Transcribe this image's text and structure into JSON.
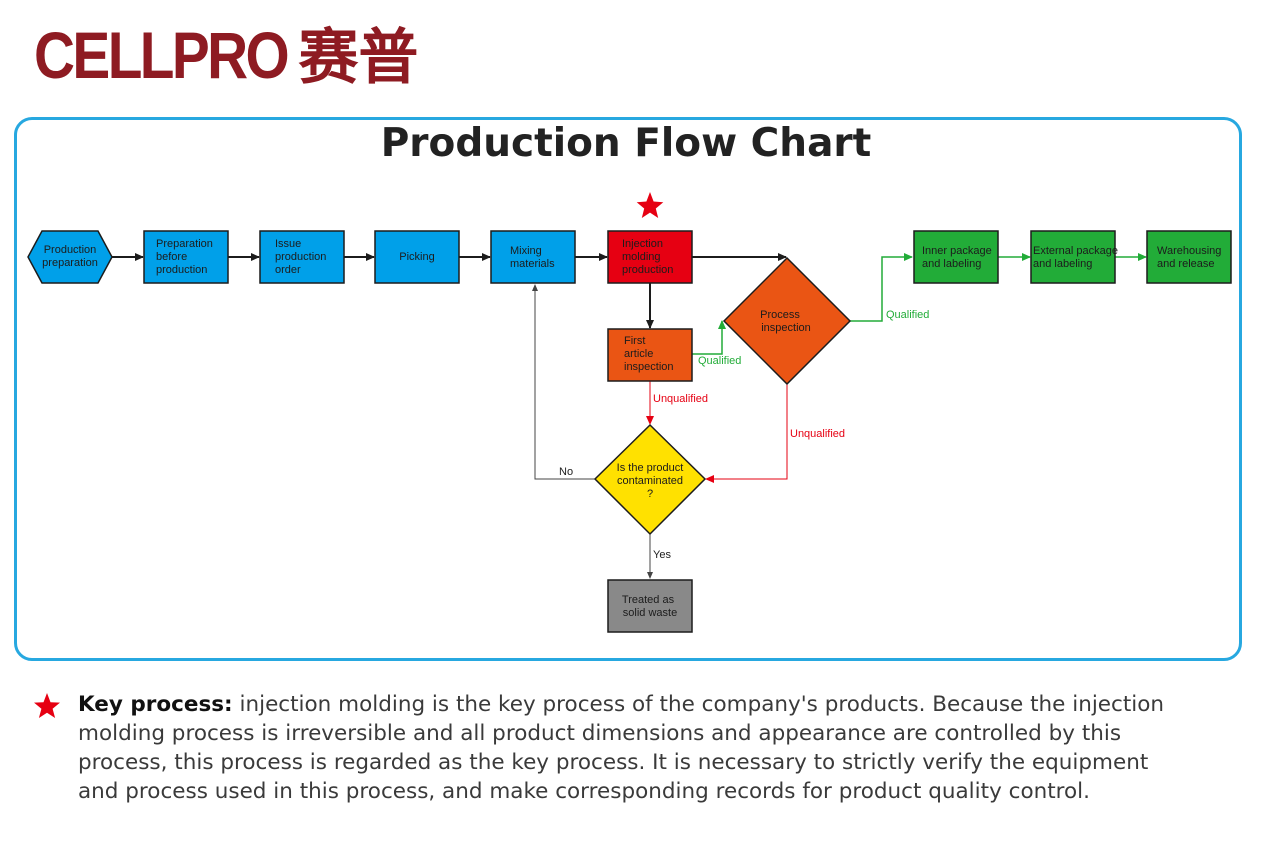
{
  "logo": {
    "latin": "CELLPRO",
    "cjk": "赛普",
    "color": "#8e1b22"
  },
  "title": "Production Flow Chart",
  "colors": {
    "blue": "#00a0e9",
    "red": "#e60012",
    "orange": "#ea5514",
    "green": "#22ac38",
    "yellow": "#ffe100",
    "gray": "#898989",
    "frame": "#27a8e0"
  },
  "nodes": {
    "production_preparation": [
      "Production",
      "preparation"
    ],
    "preparation_before_production": [
      "Preparation",
      "before",
      "production"
    ],
    "issue_production_order": [
      "Issue",
      "production",
      "order"
    ],
    "picking": [
      "Picking"
    ],
    "mixing_materials": [
      "Mixing",
      "materials"
    ],
    "injection_molding": [
      "Injection",
      "molding",
      "production"
    ],
    "first_article_inspection": [
      "First",
      "article",
      "inspection"
    ],
    "process_inspection": [
      "Process",
      "inspection"
    ],
    "contaminated_decision": [
      "Is  the  product",
      "contaminated",
      "?"
    ],
    "solid_waste": [
      "Treated as",
      "solid waste"
    ],
    "inner_package": [
      "Inner package",
      "and labeling"
    ],
    "external_package": [
      "External package",
      "and labeling"
    ],
    "warehousing": [
      "Warehousing",
      "and release"
    ]
  },
  "edge_labels": {
    "first_qualified": "Qualified",
    "process_qualified": "Qualified",
    "first_unqualified": "Unqualified",
    "process_unqualified": "Unqualified",
    "no": "No",
    "yes": "Yes"
  },
  "key_process_note": {
    "heading": "Key process:",
    "text": " injection molding is the key process of the company's products. Because the injection molding process is irreversible and all product dimensions and appearance are controlled by this process, this process is regarded as the key process. It is necessary to strictly verify the equipment and process used in this process, and make corresponding records for product quality control."
  }
}
